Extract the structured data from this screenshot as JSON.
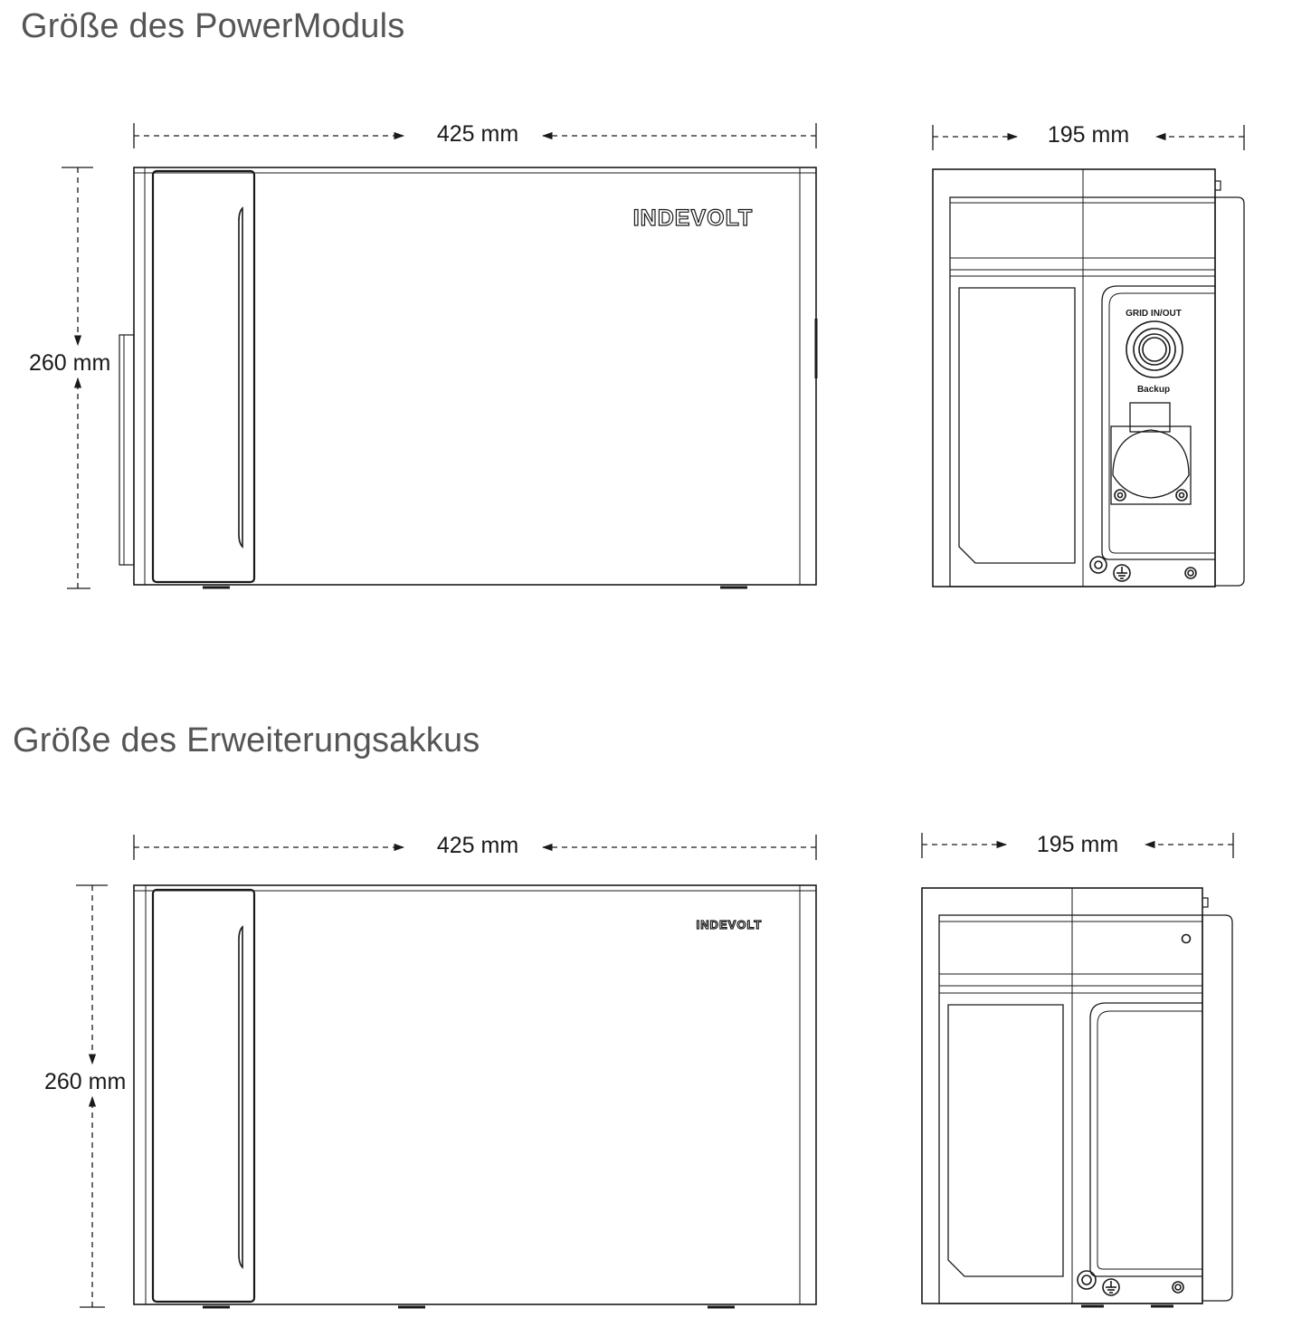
{
  "sections": [
    {
      "title": "Größe des PowerModuls",
      "front_width_label": "425 mm",
      "side_width_label": "195 mm",
      "height_label": "260 mm",
      "logo": "INDEVOLT",
      "port_labels": [
        "GRID IN/OUT",
        "Backup"
      ]
    },
    {
      "title": "Größe des Erweiterungsakkus",
      "front_width_label": "425 mm",
      "side_width_label": "195 mm",
      "height_label": "260 mm",
      "logo": "INDEVOLT"
    }
  ]
}
